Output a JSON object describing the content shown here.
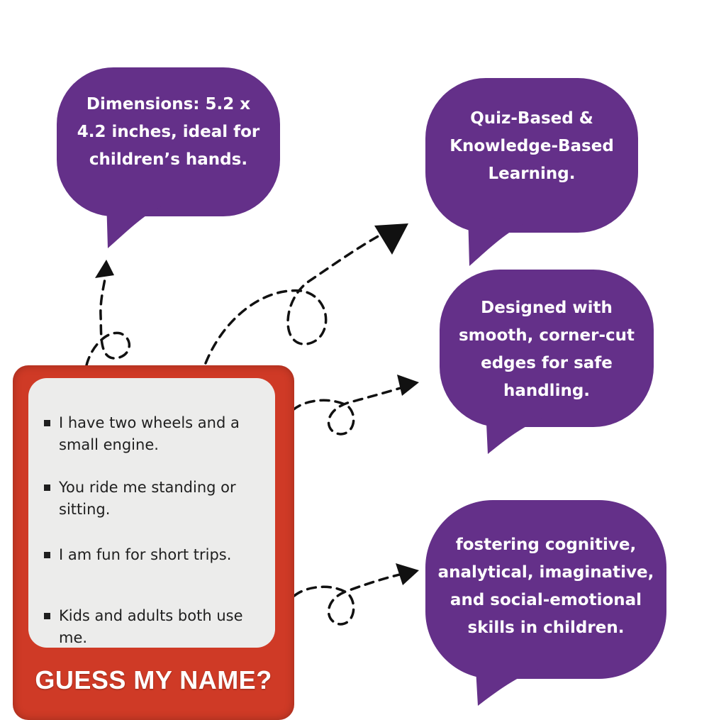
{
  "colors": {
    "bubble": "#643089",
    "card_frame": "#cf3a26",
    "card_panel": "#ececeb",
    "arrow": "#111111"
  },
  "bubbles": [
    {
      "lines": [
        "Dimensions: 5.2 x",
        "4.2 inches, ideal for",
        "children’s hands."
      ]
    },
    {
      "lines": [
        "Quiz-Based &",
        "Knowledge-Based",
        "Learning."
      ]
    },
    {
      "lines": [
        "Designed with",
        "smooth, corner-cut",
        "edges for safe",
        "handling."
      ]
    },
    {
      "lines": [
        "fostering cognitive,",
        "analytical, imaginative,",
        "and social-emotional",
        "skills in children."
      ]
    }
  ],
  "card": {
    "clues": [
      {
        "lines": [
          "I have two wheels and a",
          "small engine."
        ]
      },
      {
        "lines": [
          "You ride me standing or",
          "sitting."
        ]
      },
      {
        "lines": [
          "I am fun for short trips."
        ]
      },
      {
        "lines": [
          "Kids and adults both use",
          "me."
        ]
      }
    ],
    "title": "GUESS MY NAME?"
  }
}
